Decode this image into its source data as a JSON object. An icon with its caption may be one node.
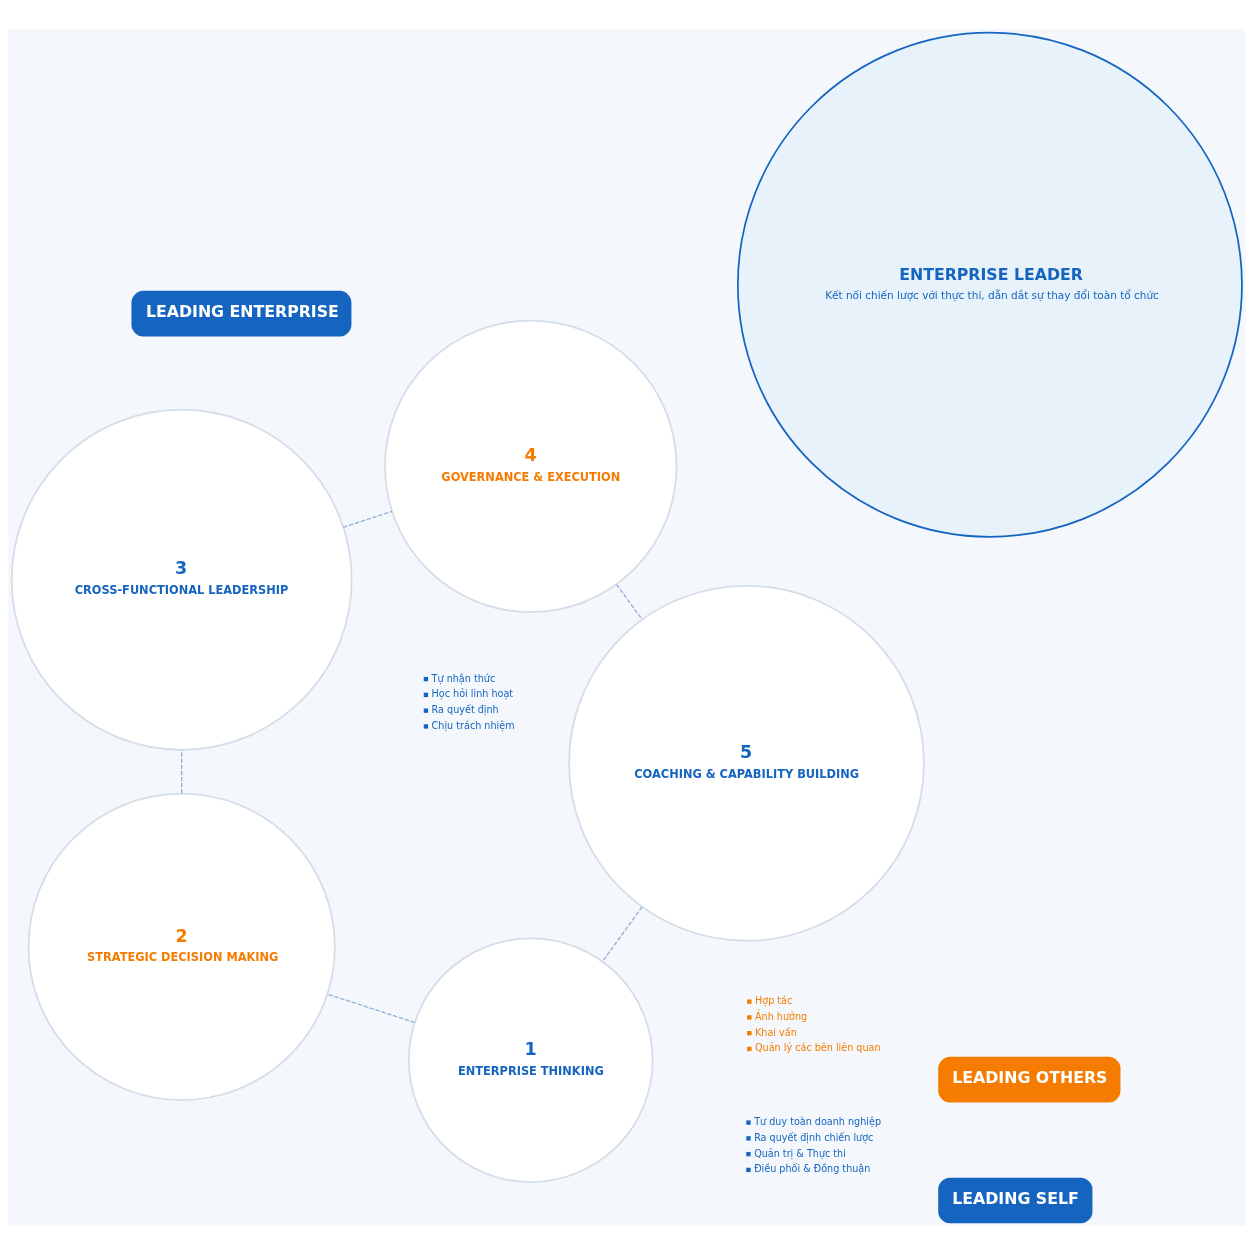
{
  "diagram": {
    "nodes": [
      {
        "text": [
          "ENTERPRISE LEADER",
          "Kết nối chiến lược với thực thi, dẫn dắt sự thay đổi toàn tổ chức"
        ]
      },
      {
        "text": [
          "LEADING SELF"
        ],
        "beside": [
          "Tự nhận thức",
          "Học hỏi linh hoạt",
          "Ra quyết định",
          "Chịu trách nhiệm"
        ]
      },
      {
        "text": [
          "LEADING OTHERS"
        ],
        "beside": [
          "Hợp tác",
          "Ảnh hưởng",
          "Khai vấn",
          "Quản lý các bên liên quan"
        ]
      },
      {
        "text": [
          "LEADING ENTERPRISE"
        ],
        "beside": [
          "Tư duy toàn doanh nghiệp",
          "Ra quyết định chiến lược",
          "Quản trị & Thực thi",
          "Điều phối & Đồng thuận"
        ]
      },
      {
        "text": [
          "1",
          "ENTERPRISE THINKING"
        ]
      },
      {
        "text": [
          "2",
          "STRATEGIC DECISION MAKING"
        ]
      },
      {
        "text": [
          "3",
          "CROSS-FUNCTIONAL LEADERSHIP"
        ]
      },
      {
        "text": [
          "4",
          "GOVERNANCE & EXECUTION"
        ]
      },
      {
        "text": [
          "5",
          "COACHING & CAPABILITY BUILDING"
        ]
      }
    ],
    "edges": [
      {
        "from": 4,
        "to": 5,
        "arrow": "none",
        "style": "dashed"
      },
      {
        "from": 5,
        "to": 6,
        "arrow": "none",
        "style": "dashed"
      },
      {
        "from": 6,
        "to": 7,
        "arrow": "none",
        "style": "dashed"
      },
      {
        "from": 7,
        "to": 8,
        "arrow": "none",
        "style": "dashed"
      },
      {
        "from": 8,
        "to": 4,
        "arrow": "none",
        "style": "dashed"
      }
    ]
  }
}
